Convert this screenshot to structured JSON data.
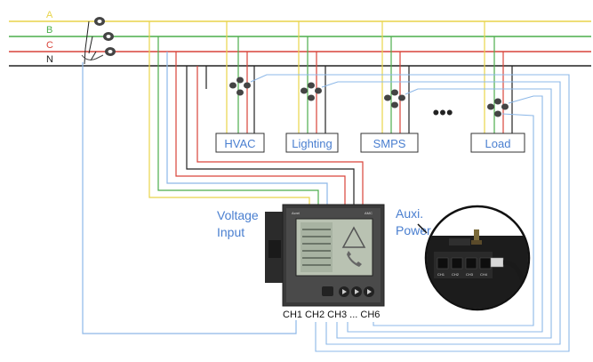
{
  "bus": {
    "phases": [
      {
        "label": "A",
        "color": "#e8d44a"
      },
      {
        "label": "B",
        "color": "#4cae4c"
      },
      {
        "label": "C",
        "color": "#d9443a"
      },
      {
        "label": "N",
        "color": "#222222"
      }
    ]
  },
  "wire_colors": {
    "signal": "#8db8e8",
    "neutral": "#222222"
  },
  "loads": [
    "HVAC",
    "Lighting",
    "SMPS",
    "Load"
  ],
  "ellipsis": "•••",
  "labels": {
    "voltage_line1": "Voltage",
    "voltage_line2": "Input",
    "aux_line1": "Auxi.",
    "aux_line2": "Power",
    "channels": "CH1 CH2 CH3 ... CH6"
  },
  "meter": {
    "brand": "Acrel",
    "model": "AMC",
    "buttons": 4
  },
  "inset": {
    "ports": [
      "CH1",
      "CH2",
      "CH3",
      "CH4"
    ]
  }
}
